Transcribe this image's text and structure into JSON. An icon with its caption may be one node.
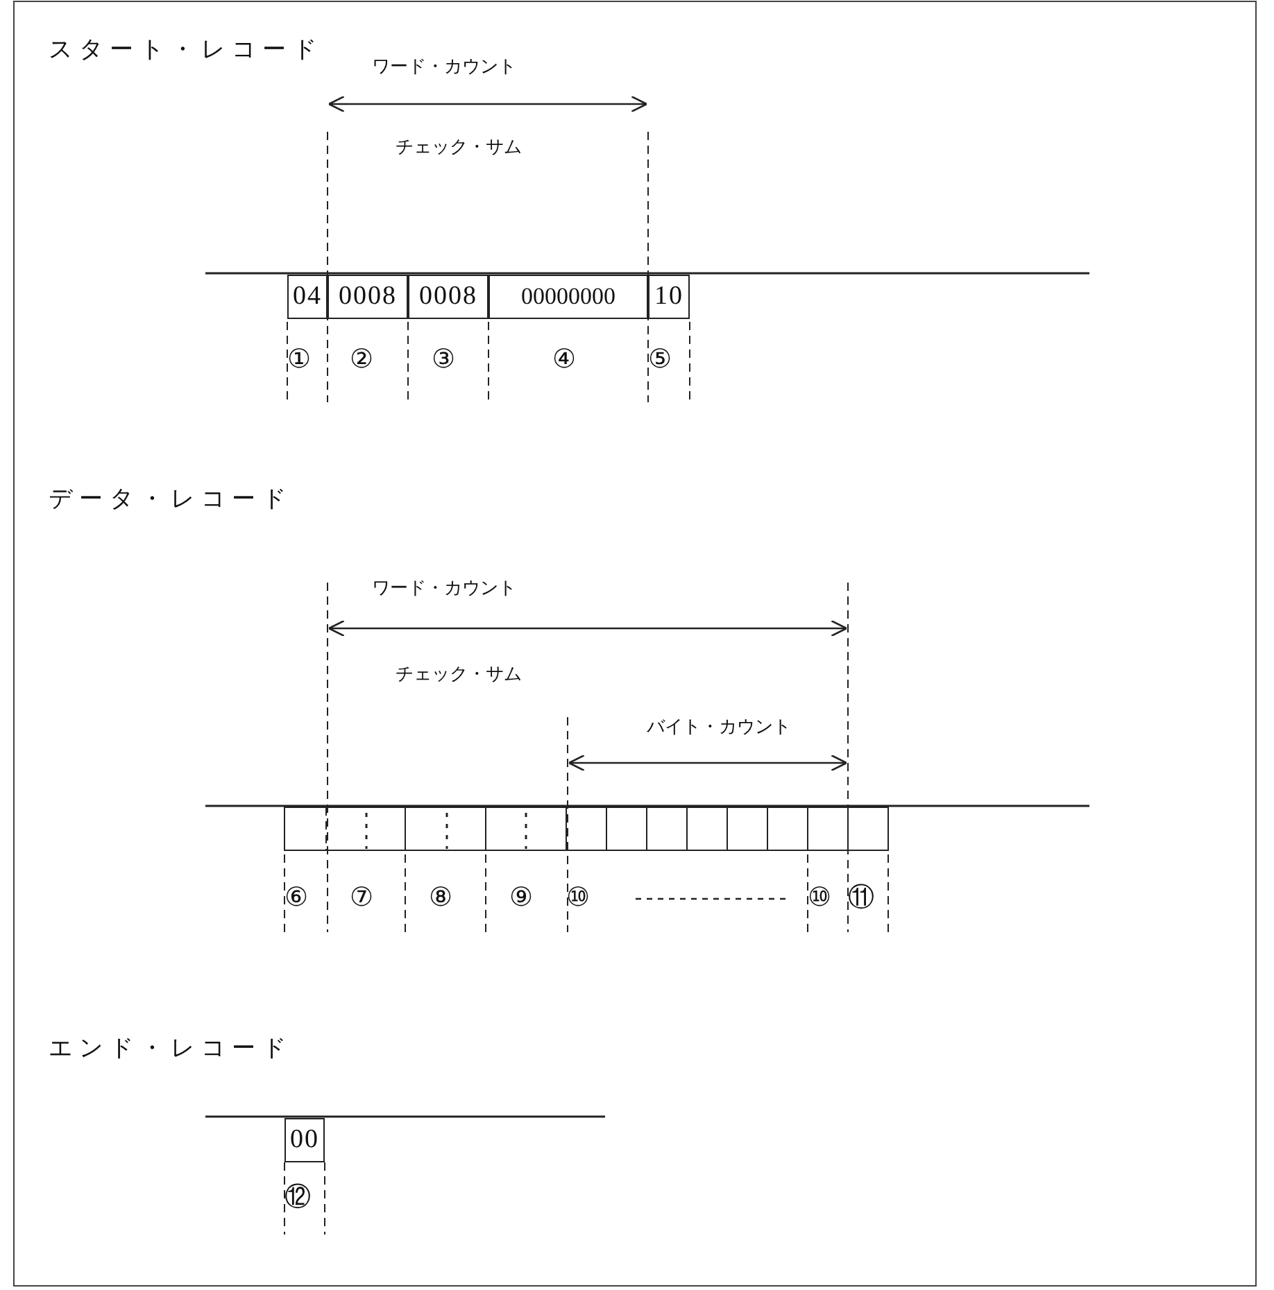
{
  "diagram": {
    "nodes": [
      {
        "text": [
          "04"
        ]
      },
      {
        "text": [
          "0008"
        ]
      },
      {
        "text": [
          "0008"
        ]
      },
      {
        "text": [
          "00000000"
        ]
      },
      {
        "text": [
          "10"
        ]
      },
      {
        "text": [
          "00"
        ]
      }
    ],
    "labels": [
      "スタート・レコード",
      "ワード・カウント",
      "チェック・サム",
      "①",
      "②",
      "③",
      "④",
      "⑤",
      "データ・レコード",
      "ワード・カウント",
      "チェック・サム",
      "バイト・カウント",
      "⑥",
      "⑦",
      "⑧",
      "⑨",
      "⑩",
      "⑩",
      "⑪",
      "エンド・レコード",
      "⑫"
    ]
  }
}
